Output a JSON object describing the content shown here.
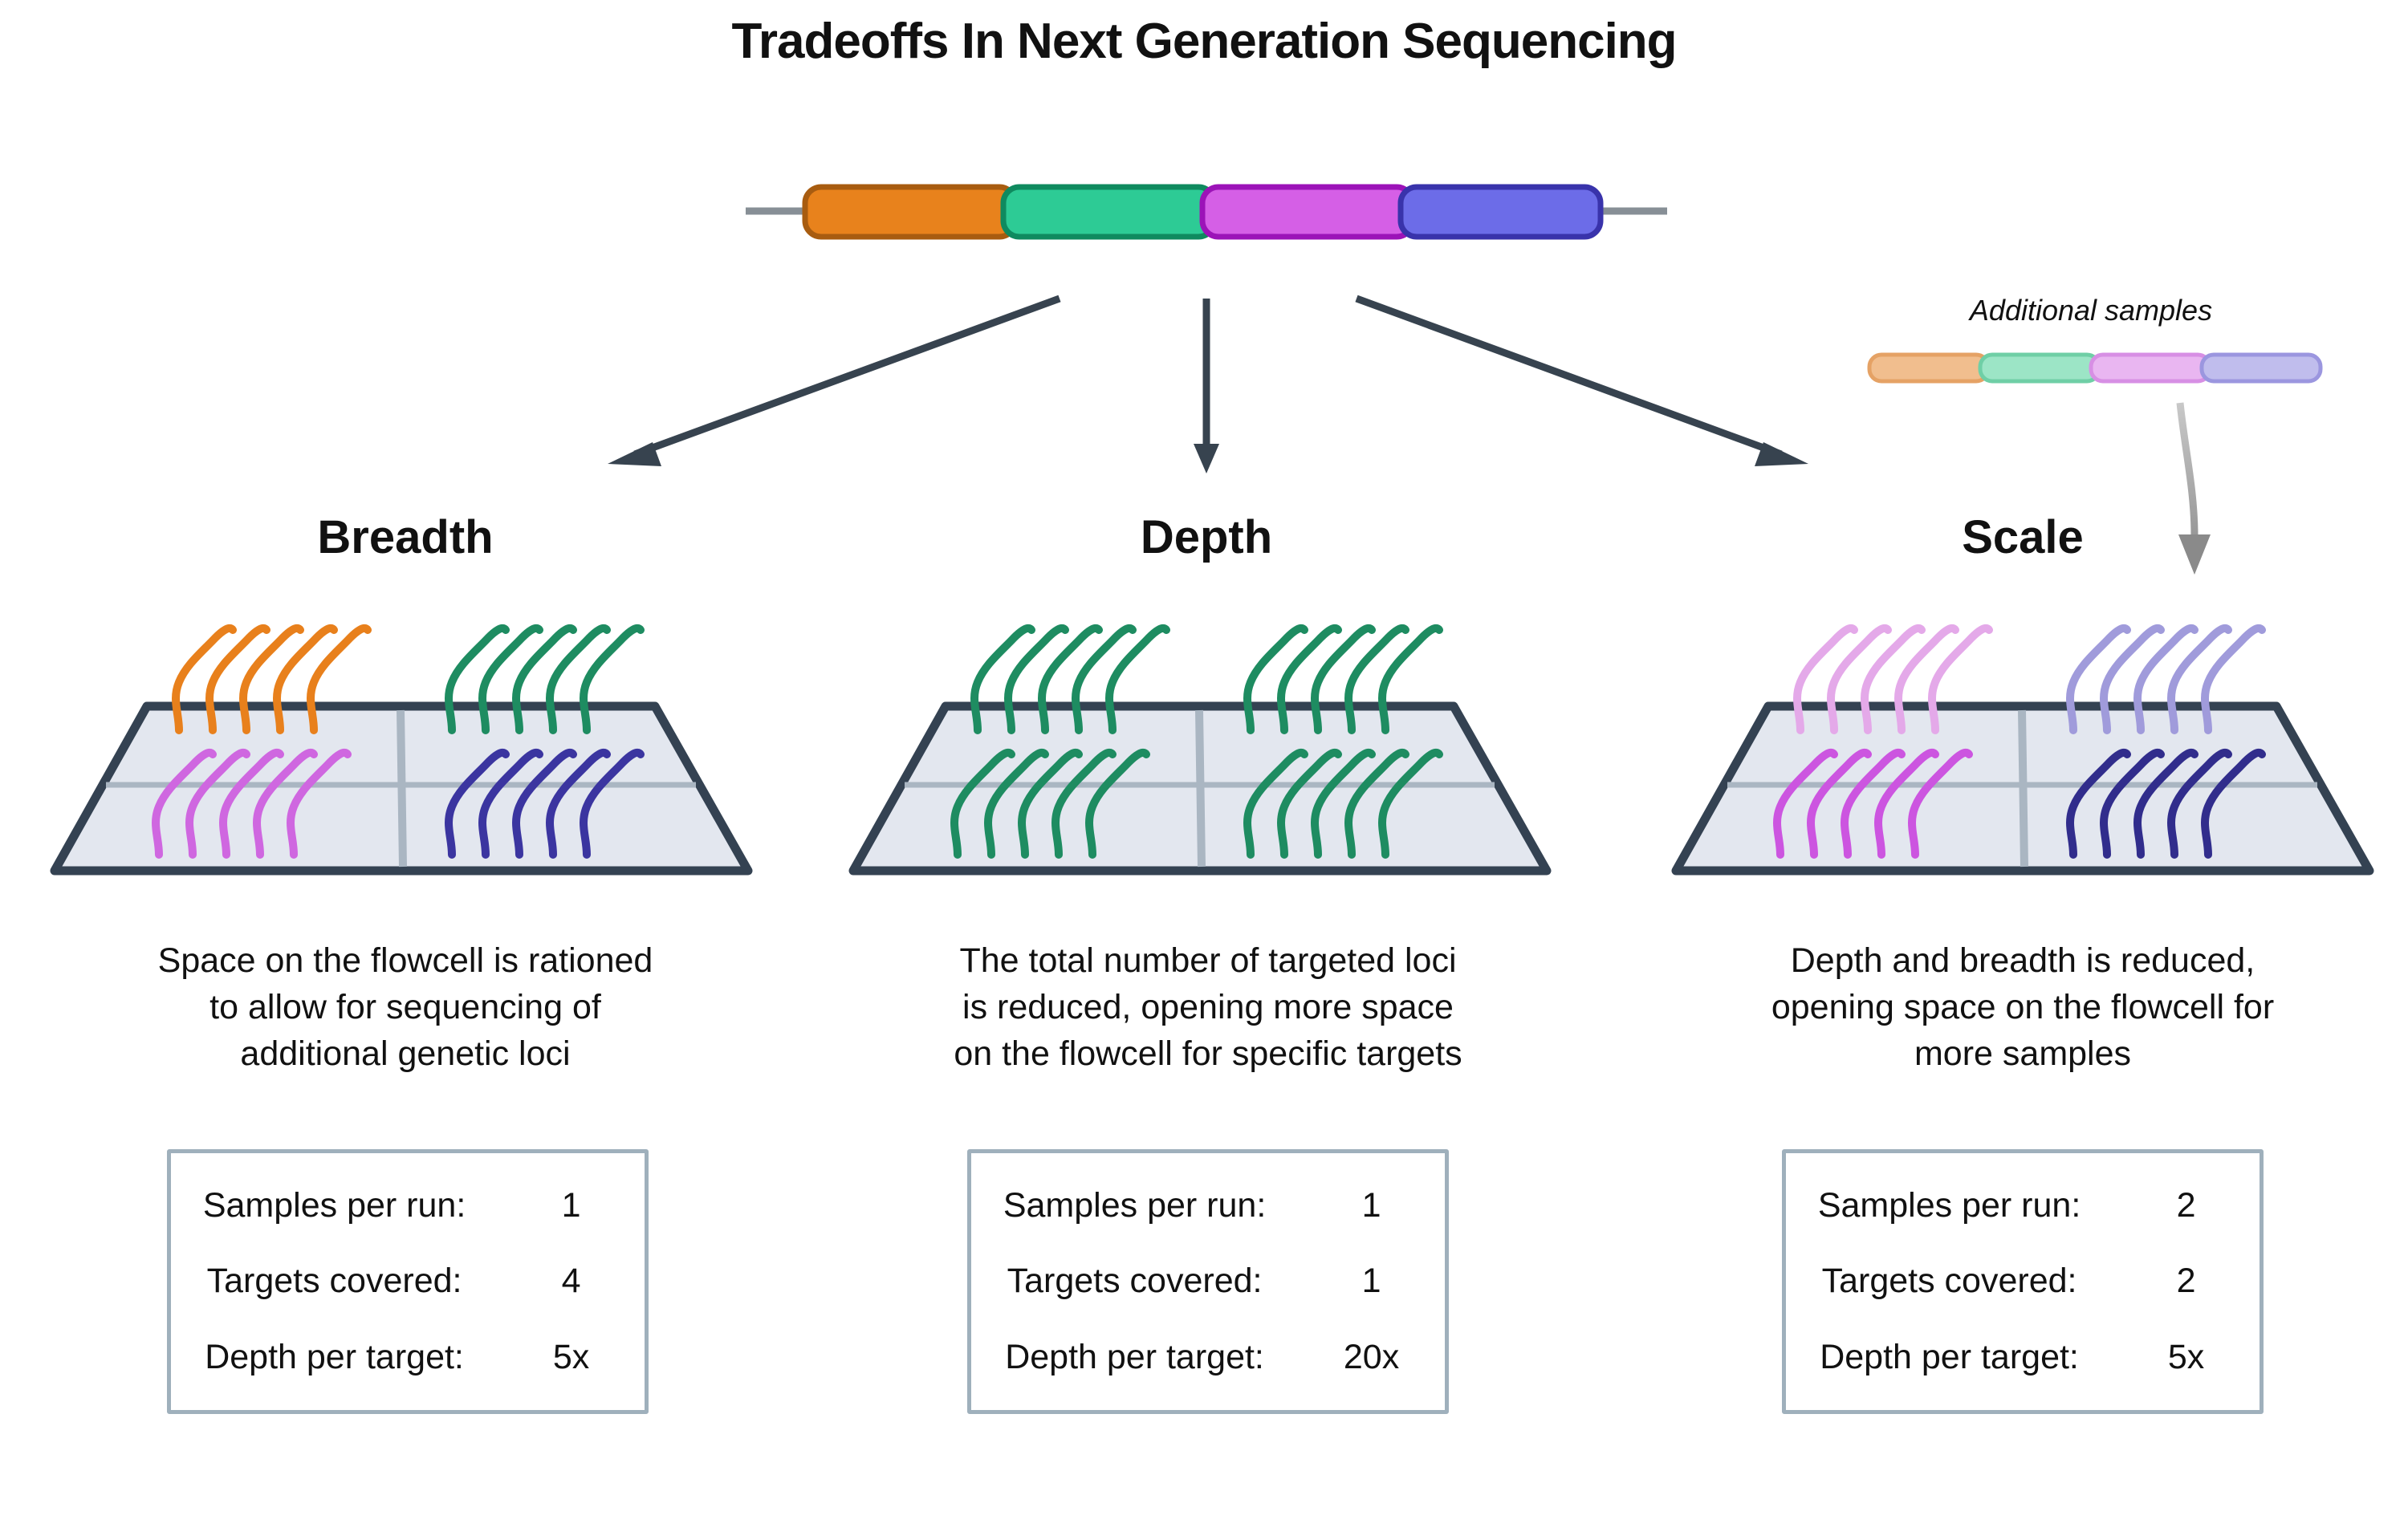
{
  "title": "Tradeoffs In Next Generation Sequencing",
  "additional_samples": {
    "label": "Additional samples"
  },
  "colors": {
    "bar_orange_fill": "#E8821C",
    "bar_orange_stroke": "#A85C10",
    "bar_green_fill": "#2DCB95",
    "bar_green_stroke": "#0F8A5F",
    "bar_magenta_fill": "#D55FE6",
    "bar_magenta_stroke": "#9C13B8",
    "bar_blue_fill": "#6C6CE8",
    "bar_blue_stroke": "#3933AB",
    "mini_peach_fill": "#F1BE8E",
    "mini_peach_stroke": "#E5A265",
    "mini_mint_fill": "#9CE5C6",
    "mini_mint_stroke": "#6FCFA6",
    "mini_orchid_fill": "#E9B6F1",
    "mini_orchid_stroke": "#D78FE4",
    "mini_periwinkle_fill": "#C0BDED",
    "mini_periwinkle_stroke": "#9B96DF",
    "strand_orange": "#E8801C",
    "strand_green": "#1E8C61",
    "strand_magenta": "#CF67E0",
    "strand_indigo": "#3B35A0",
    "strand_light_pink": "#E4A9E9",
    "strand_light_periwinkle": "#A09BDB",
    "strand_bright_magenta": "#CC55E0",
    "strand_dark_indigo": "#312D8C",
    "flowcell_fill": "#E3E7EF",
    "flowcell_border": "#344252",
    "flowcell_divider": "#AAB6C2",
    "arrow_dark": "#37434F",
    "connector_line": "#878F96",
    "curved_arrow_start": "#C9C9C9",
    "curved_arrow_end": "#8A8A8A",
    "stats_border": "#9FB0BC"
  },
  "sections": [
    {
      "label": "Breadth",
      "description": "Space on the flowcell is rationed\nto allow for sequencing of\nadditional genetic loci",
      "stats": [
        {
          "label": "Samples per run:",
          "value": "1"
        },
        {
          "label": "Targets covered:",
          "value": "4"
        },
        {
          "label": "Depth per target:",
          "value": "5x"
        }
      ]
    },
    {
      "label": "Depth",
      "description": "The total number of targeted  loci\nis reduced, opening more space\non the flowcell for specific targets",
      "stats": [
        {
          "label": "Samples per run:",
          "value": "1"
        },
        {
          "label": "Targets covered:",
          "value": "1"
        },
        {
          "label": "Depth per target:",
          "value": "20x"
        }
      ]
    },
    {
      "label": "Scale",
      "description": "Depth and breadth is reduced,\nopening space on the flowcell for\nmore samples",
      "stats": [
        {
          "label": "Samples per run:",
          "value": "2"
        },
        {
          "label": "Targets covered:",
          "value": "2"
        },
        {
          "label": "Depth per target:",
          "value": "5x"
        }
      ]
    }
  ]
}
